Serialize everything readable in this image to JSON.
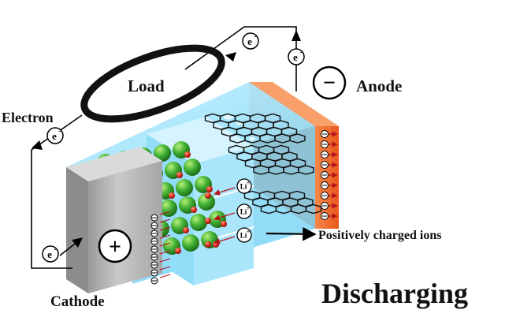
{
  "labels": {
    "load": "Load",
    "electron": "Electron",
    "anode": "Anode",
    "cathode": "Cathode",
    "positive_ions": "Positively charged ions",
    "title": "Discharging"
  },
  "symbols": {
    "electron": "e",
    "electron_charge": "-",
    "lithium_ion": "Li",
    "lithium_charge": "+",
    "cathode_sign": "+",
    "anode_sign": "−"
  },
  "colors": {
    "anode_orange": "#f26a2a",
    "electrolyte_blue": "#6fd0f5",
    "cathode_grey": "#b9b9b9",
    "sphere_green": "#3fae32",
    "ion_red": "#e0281c",
    "graphite_black": "#111111"
  },
  "icons": {
    "positive_terminal": "plus-circle-icon",
    "negative_terminal": "minus-circle-icon",
    "electron_marker": "electron-circle-icon",
    "ion_marker": "lithium-ion-circle-icon",
    "flow_arrow": "arrow-icon"
  }
}
